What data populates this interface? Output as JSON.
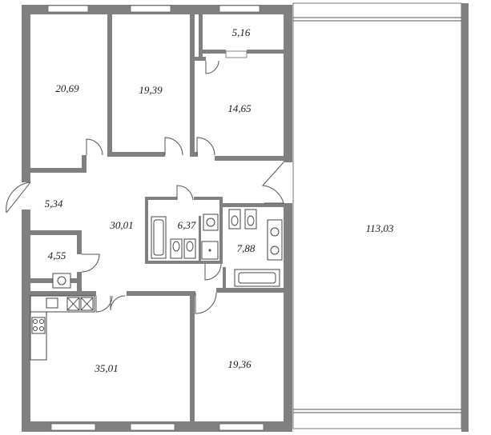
{
  "rooms": {
    "room_a": "20,69",
    "room_b": "19,39",
    "room_c": "5,16",
    "room_d": "14,65",
    "hall_entry": "5,34",
    "corridor": "30,01",
    "bath_1": "6,37",
    "bath_2": "7,88",
    "storage": "4,55",
    "kitchen_living": "35,01",
    "room_e": "19,36",
    "terrace": "113,03"
  },
  "colors": {
    "wall": "#808080",
    "background": "#ffffff",
    "text": "#1a1a1a"
  }
}
